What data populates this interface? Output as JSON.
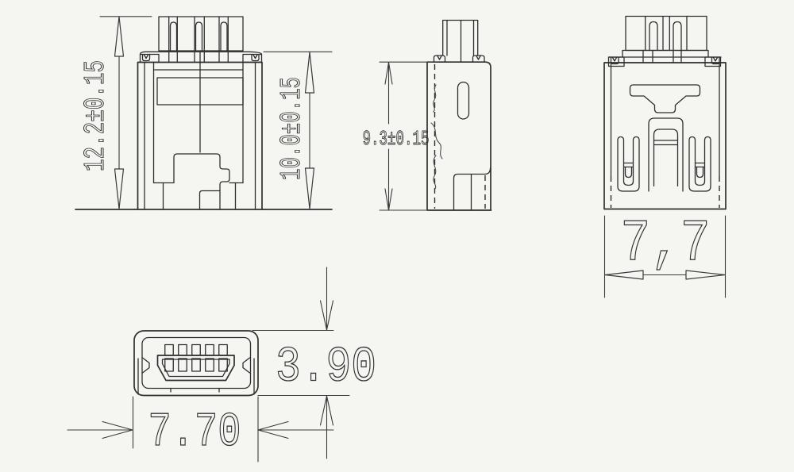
{
  "drawing": {
    "type": "technical-drawing",
    "background_color": "#f5f5f2",
    "line_color": "#2e2e2e",
    "views": {
      "front": {
        "dim_total_height": "12.2±0.15",
        "dim_body_height": "10.0±0.15"
      },
      "side": {
        "dim_height": "9.3±0.15"
      },
      "back": {
        "dim_width": "7,7"
      },
      "face": {
        "dim_height": "3.90",
        "dim_width": "7.70"
      }
    }
  }
}
